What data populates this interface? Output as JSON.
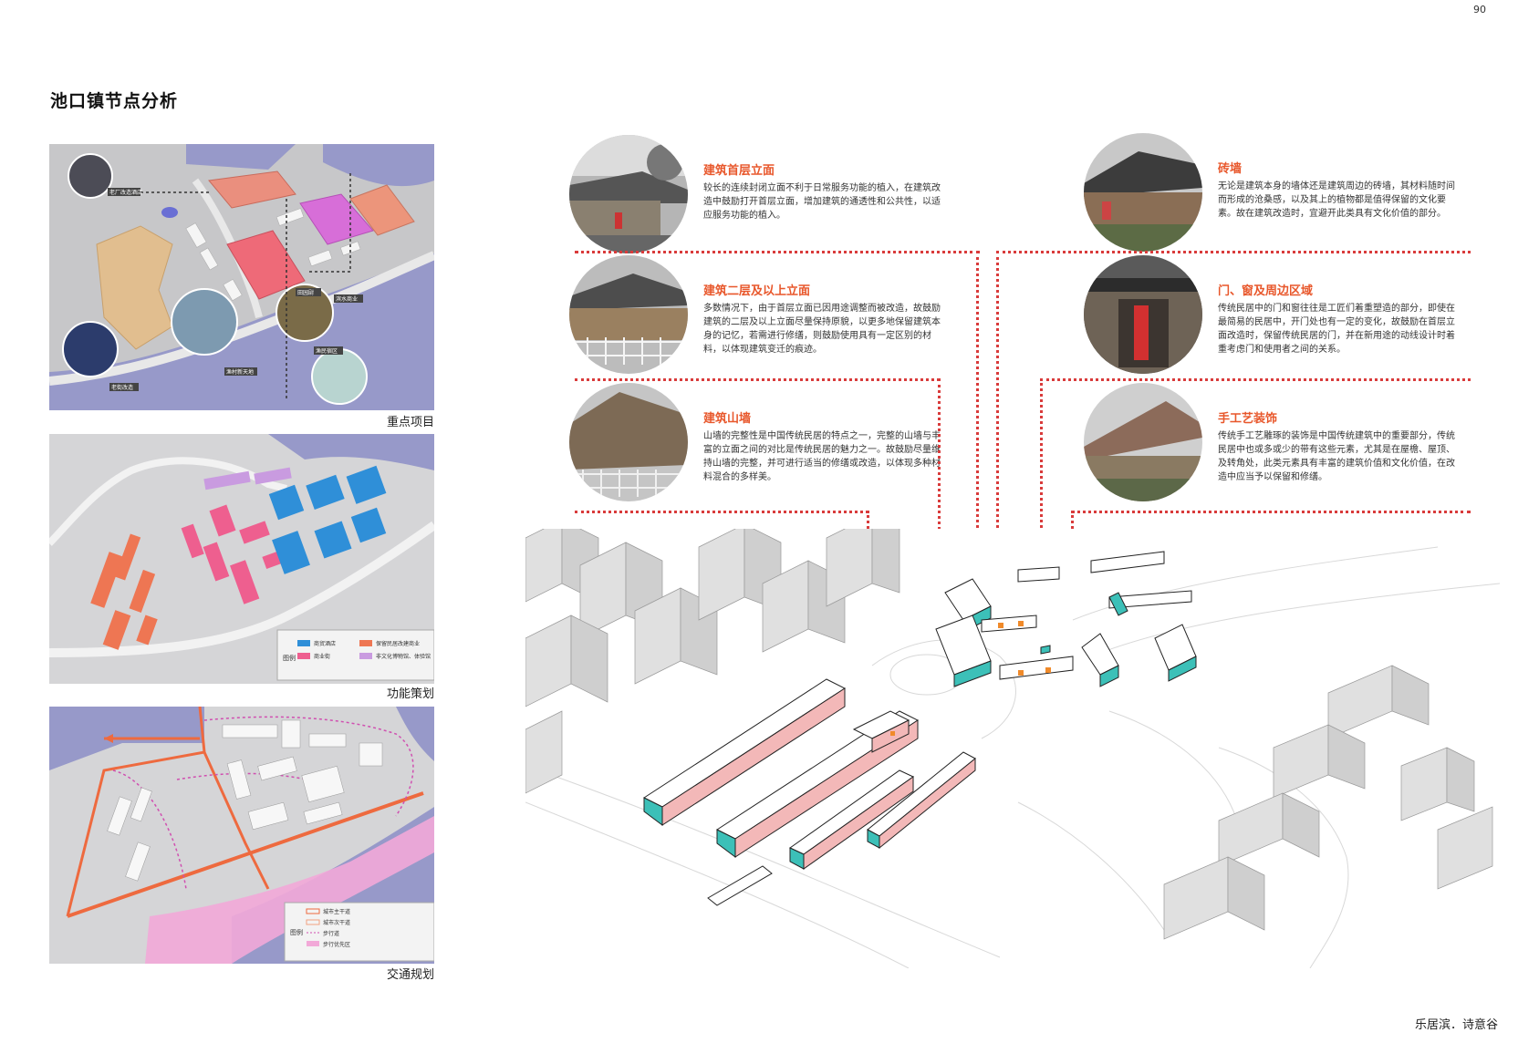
{
  "page": {
    "number": "90",
    "title": "池口镇节点分析"
  },
  "panels": {
    "key_projects": {
      "caption": "重点项目",
      "labels": [
        "老厂改造酒店",
        "田园尉",
        "渔村新天地",
        "渔民宿区",
        "滨水商业",
        "老街改造"
      ]
    },
    "function_planning": {
      "caption": "功能策划",
      "legend_title": "图例",
      "legend_items": [
        {
          "label": "商贸酒店",
          "color": "#2f8fd8"
        },
        {
          "label": "保留民居改建商业",
          "color": "#ee7653"
        },
        {
          "label": "商业街",
          "color": "#ee5f8f"
        },
        {
          "label": "非文化博物馆、体验馆",
          "color": "#c99be0"
        }
      ]
    },
    "traffic_planning": {
      "caption": "交通规划",
      "legend_title": "图例",
      "legend_items": [
        {
          "label": "城市主干道",
          "color": "#ee6a3f"
        },
        {
          "label": "城市次干道",
          "color": "#f0a080"
        },
        {
          "label": "步行道",
          "color": "#d04fb0"
        },
        {
          "label": "步行优先区",
          "color": "#f2a9d8"
        }
      ]
    }
  },
  "features": [
    {
      "title": "建筑首层立面",
      "desc": "较长的连续封闭立面不利于日常服务功能的植入，在建筑改造中鼓励打开首层立面，增加建筑的通透性和公共性，以适应服务功能的植入。"
    },
    {
      "title": "砖墙",
      "desc": "无论是建筑本身的墙体还是建筑周边的砖墙，其材料随时间而形成的沧桑感，以及其上的植物都是值得保留的文化要素。故在建筑改造时，宜避开此类具有文化价值的部分。"
    },
    {
      "title": "建筑二层及以上立面",
      "desc": "多数情况下，由于首层立面已因用途调整而被改造，故鼓励建筑的二层及以上立面尽量保持原貌，以更多地保留建筑本身的记忆，若需进行修缮，则鼓励使用具有一定区别的材料，以体现建筑变迁的痕迹。"
    },
    {
      "title": "门、窗及周边区域",
      "desc": "传统民居中的门和窗往往是工匠们着重塑造的部分，即使在最简易的民居中，开门处也有一定的变化，故鼓励在首层立面改造时，保留传统民居的门，并在新用途的动线设计时着重考虑门和使用者之间的关系。"
    },
    {
      "title": "建筑山墙",
      "desc": "山墙的完整性是中国传统民居的特点之一，完整的山墙与丰富的立面之间的对比是传统民居的魅力之一。故鼓励尽量维持山墙的完整，并可进行适当的修缮或改造，以体现多种材料混合的多样美。"
    },
    {
      "title": "手工艺装饰",
      "desc": "传统手工艺雕琢的装饰是中国传统建筑中的重要部分，传统民居中也或多或少的带有这些元素，尤其是在屋檐、屋顶、及转角处，此类元素具有丰富的建筑价值和文化价值，在改造中应当予以保留和修缮。"
    }
  ],
  "footer": {
    "brand": "乐居滨．诗意谷"
  },
  "colors": {
    "accent": "#e8572b",
    "dotted": "#d93b3b",
    "teal": "#3cc0b8",
    "pink_edge": "#e98a8a"
  }
}
